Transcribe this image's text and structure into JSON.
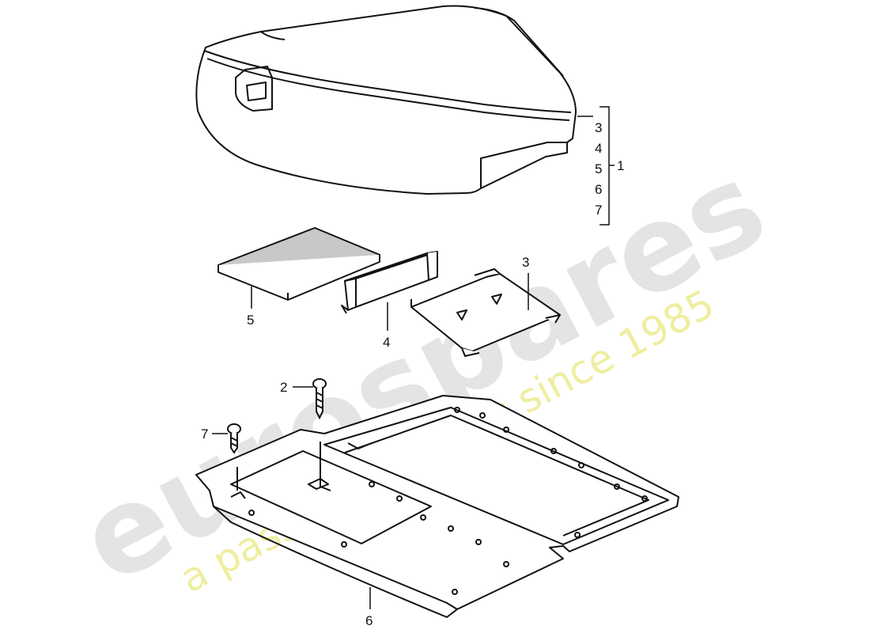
{
  "watermark": {
    "brand": "eurospares",
    "tagline": "a passion for parts since 1985",
    "brand_color": "#e4e4e4",
    "tagline_color": "#efeea0"
  },
  "callouts": {
    "c1": "1",
    "c2": "2",
    "c3": "3",
    "c4": "4",
    "c5": "5",
    "c6": "6",
    "c7": "7"
  },
  "bracket_list": [
    "3",
    "4",
    "5",
    "6",
    "7"
  ],
  "colors": {
    "line": "#111111",
    "background": "#ffffff"
  }
}
